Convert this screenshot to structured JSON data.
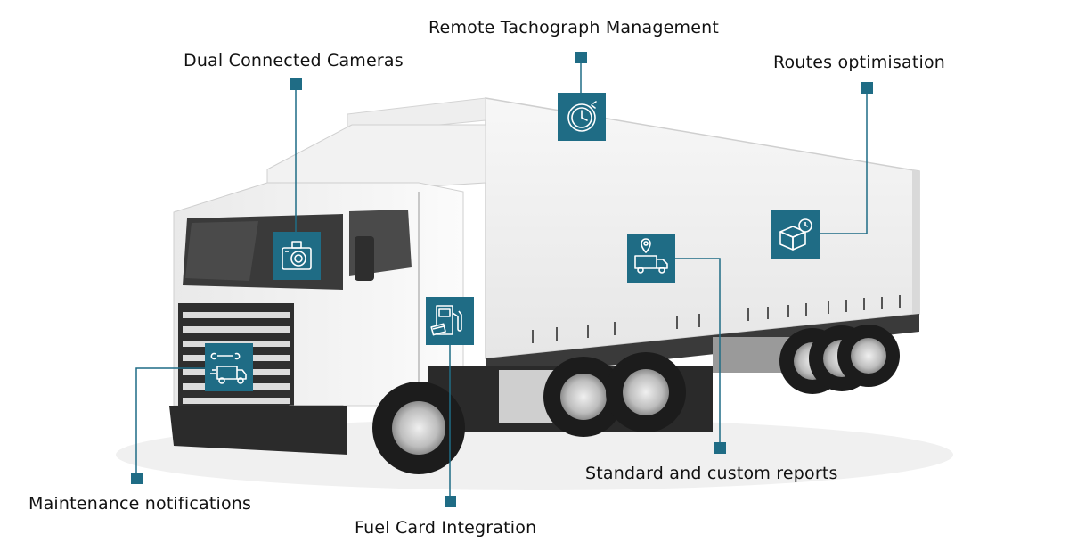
{
  "features": {
    "tachograph": {
      "label": "Remote Tachograph Management",
      "icon": "stopwatch-icon"
    },
    "cameras": {
      "label": "Dual Connected Cameras",
      "icon": "camera-icon"
    },
    "routes": {
      "label": "Routes optimisation",
      "icon": "package-clock-icon"
    },
    "reports": {
      "label": "Standard and custom reports",
      "icon": "delivery-truck-location-icon"
    },
    "fuel": {
      "label": "Fuel Card Integration",
      "icon": "fuel-pump-card-icon"
    },
    "maintenance": {
      "label": "Maintenance notifications",
      "icon": "truck-wrench-icon"
    }
  },
  "colors": {
    "accent": "#1f6c85",
    "text": "#111111"
  }
}
